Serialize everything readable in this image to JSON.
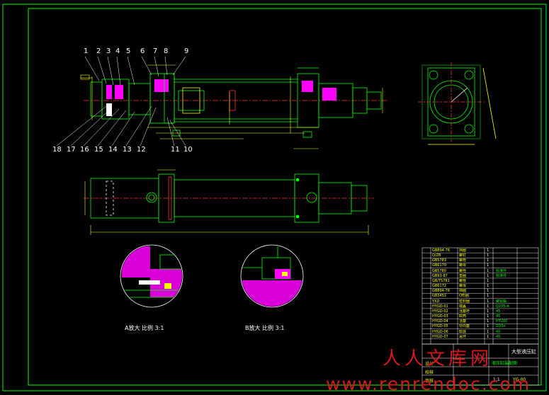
{
  "drawing": {
    "colors": {
      "background": "#000000",
      "frame": "#00ff00",
      "part": "#00ff00",
      "dimension": "#ffff00",
      "centerline": "#ff3030",
      "hatch": "#ff00ff",
      "text": "#ffffff",
      "watermark": "#d6191e"
    },
    "callouts_top": [
      "1",
      "2",
      "3",
      "4",
      "5",
      "6",
      "7",
      "8",
      "9"
    ],
    "callouts_bottom": [
      "18",
      "17",
      "16",
      "15",
      "14",
      "13",
      "12",
      "11",
      "10"
    ],
    "detail_a_caption": "A放大  比例 3:1",
    "detail_b_caption": "B放大  比例 3:1",
    "bom_rows": [
      [
        "GB894-76",
        "挡圈",
        "1",
        ""
      ],
      [
        "Q/ZB",
        "螺钉",
        "1",
        ""
      ],
      [
        "GB5783",
        "螺栓",
        "1",
        ""
      ],
      [
        "GB6170",
        "螺母",
        "1",
        ""
      ],
      [
        "GB5780",
        "螺栓",
        "1",
        "标准件"
      ],
      [
        "GB93-87",
        "垫圈",
        "1",
        "标准件"
      ],
      [
        "GB/T5781",
        "螺栓",
        "1",
        ""
      ],
      [
        "GB6172",
        "螺母",
        "1",
        ""
      ],
      [
        "GB894-76",
        "挡圈",
        "1",
        ""
      ],
      [
        "GB3452",
        "O形圈",
        "1",
        ""
      ],
      [
        "YXD",
        "密封圈",
        "1",
        "聚氨酯"
      ],
      [
        "HYGD-01",
        "端盖",
        "1",
        "Q235-A"
      ],
      [
        "HYGD-02",
        "活塞杆",
        "1",
        "45"
      ],
      [
        "HYGD-03",
        "缸筒",
        "1",
        "45"
      ],
      [
        "HYGD-04",
        "活塞",
        "1",
        "HT200"
      ],
      [
        "HYGD-05",
        "导向套",
        "1",
        "ZQSn"
      ],
      [
        "HYGD-06",
        "缸底",
        "1",
        "45"
      ],
      [
        "HYGD-07",
        "耳环",
        "1",
        "45"
      ]
    ],
    "title_block": {
      "title": "大型液压缸",
      "subtitle": "液压缸装配图",
      "rows": [
        "设计",
        "校核",
        "审核"
      ],
      "scale": "1:1",
      "drawing_no": "YG-00"
    },
    "watermark": {
      "cn": "人人文库网",
      "url": "www.renrendoc.com"
    }
  }
}
